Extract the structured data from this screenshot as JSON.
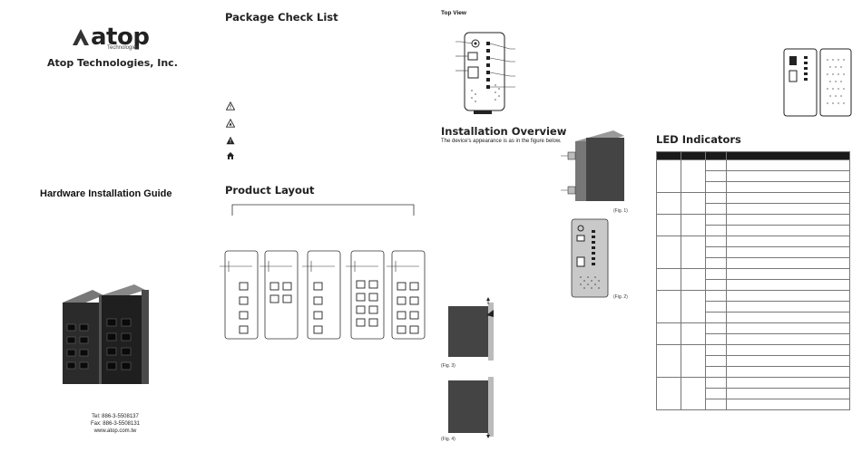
{
  "cover": {
    "logo_text": "atop",
    "logo_subtext": "Technologies",
    "company": "Atop Technologies, Inc.",
    "title": "Hardware Installation Guide",
    "contact": {
      "tel": "Tel: 886-3-5508137",
      "fax": "Fax: 886-3-5508131",
      "web": "www.atop.com.tw"
    }
  },
  "package": {
    "title": "Package Check List",
    "icons": [
      "warning-outline-icon",
      "caution-outline-icon",
      "warning-solid-icon",
      "home-icon"
    ]
  },
  "product_layout": {
    "title": "Product Layout"
  },
  "top_view": {
    "title": "Top View"
  },
  "installation": {
    "title": "Installation Overview",
    "subtitle": "The device's appearance is as in the figure below.",
    "figures": [
      "(Fig. 1)",
      "(Fig. 2)",
      "(Fig. 3)",
      "(Fig. 4)"
    ]
  },
  "led": {
    "title": "LED Indicators",
    "group_sizes": [
      3,
      2,
      2,
      3,
      2,
      3,
      2,
      3,
      3
    ]
  }
}
